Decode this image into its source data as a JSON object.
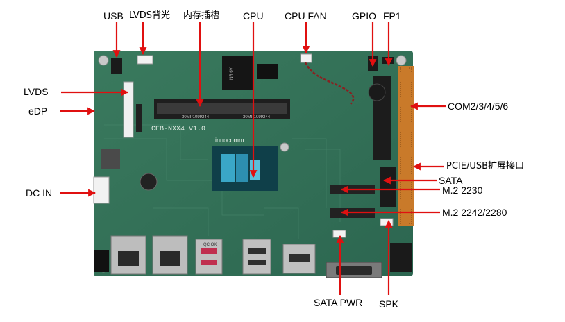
{
  "labels": {
    "usb": "USB",
    "lvds_backlight": "LVDS背光",
    "memory_slot": "内存插槽",
    "cpu": "CPU",
    "cpu_fan": "CPU FAN",
    "gpio": "GPIO",
    "fp1": "FP1",
    "lvds": "LVDS",
    "edp": "eDP",
    "dc_in": "DC IN",
    "com": "COM2/3/4/5/6",
    "pcie_usb": "PCIE/USB扩展接口",
    "sata": "SATA",
    "m2_2230": "M.2 2230",
    "m2_2242": "M.2 2242/2280",
    "sata_pwr": "SATA PWR",
    "spk": "SPK"
  },
  "board": {
    "model": "CEB-NXX4 V1.0",
    "brand": "innocomm",
    "ram_label_left": "30MP1099244",
    "ram_label_right": "30MP1099244",
    "chip_label": "NR 6V",
    "lan_led": "QC OK"
  },
  "colors": {
    "pcb": "#2f6f54",
    "arrow": "#e01010",
    "silk": "#e6efe9"
  }
}
